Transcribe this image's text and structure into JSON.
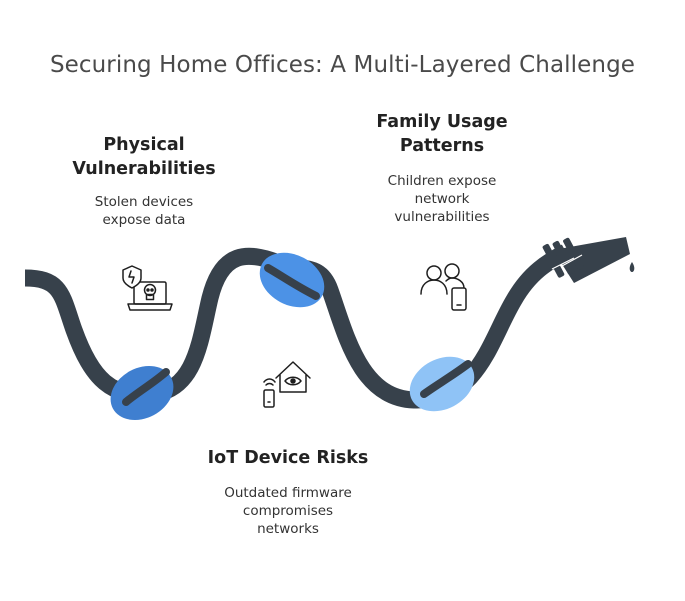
{
  "title": "Securing Home Offices: A Multi-Layered Challenge",
  "sections": [
    {
      "heading": "Physical Vulnerabilities",
      "heading_lines": [
        "Physical",
        "Vulnerabilities"
      ],
      "description_lines": [
        "Stolen devices",
        "expose data"
      ],
      "icon": "laptop-skull-shield-icon"
    },
    {
      "heading": "Family Usage Patterns",
      "heading_lines": [
        "Family Usage",
        "Patterns"
      ],
      "description_lines": [
        "Children expose",
        "network",
        "vulnerabilities"
      ],
      "icon": "people-phone-icon"
    },
    {
      "heading": "IoT Device Risks",
      "heading_lines": [
        "IoT Device Risks"
      ],
      "description_lines": [
        "Outdated firmware",
        "compromises",
        "networks"
      ],
      "icon": "smart-home-phone-icon"
    }
  ],
  "colors": {
    "rope": "#37414b",
    "knot_1": "#3f7fd0",
    "knot_2": "#4c92e6",
    "knot_3": "#8fc3f6",
    "title": "#4a4a4a"
  }
}
